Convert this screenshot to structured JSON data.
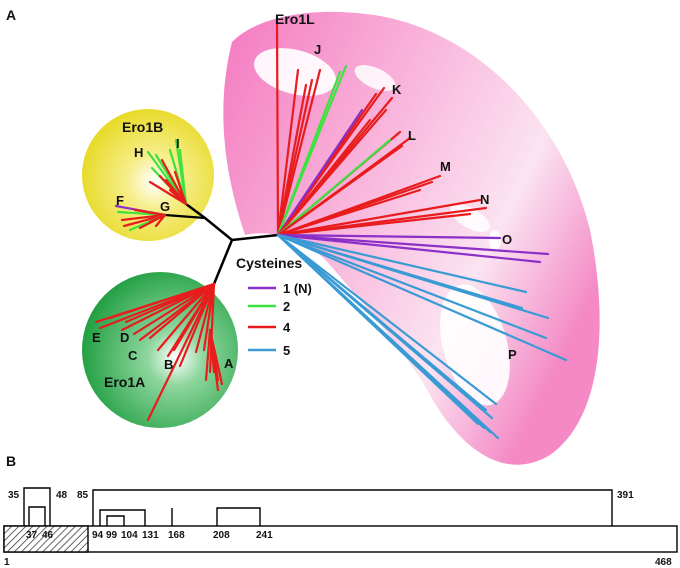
{
  "panel_a": {
    "panel_label": "A",
    "group_labels": {
      "ero1l": "Ero1L",
      "ero1b": "Ero1B",
      "ero1a": "Ero1A"
    },
    "clade_labels": {
      "j": "J",
      "k": "K",
      "l": "L",
      "m": "M",
      "n": "N",
      "o": "O",
      "p": "P",
      "h": "H",
      "i": "I",
      "f": "F",
      "g": "G",
      "a": "A",
      "b": "B",
      "c": "C",
      "d": "D",
      "e": "E"
    },
    "legend": {
      "title": "Cysteines",
      "items": [
        {
          "label": "1 (N)",
          "color": "#8b2fc9"
        },
        {
          "label": "2",
          "color": "#3ee23e"
        },
        {
          "label": "4",
          "color": "#e81c1c"
        },
        {
          "label": "5",
          "color": "#3a9bd4"
        }
      ]
    },
    "colors": {
      "ero1l_region": "#f47fc3",
      "ero1b_region": "#ede12c",
      "ero1a_region": "#2fab4f",
      "backbone": "#000000"
    }
  },
  "panel_b": {
    "panel_label": "B",
    "positions": {
      "p1": "1",
      "p35": "35",
      "p37": "37",
      "p46": "46",
      "p48": "48",
      "p85": "85",
      "p94": "94",
      "p99": "99",
      "p104": "104",
      "p131": "131",
      "p168": "168",
      "p208": "208",
      "p241": "241",
      "p391": "391",
      "p468": "468"
    }
  }
}
